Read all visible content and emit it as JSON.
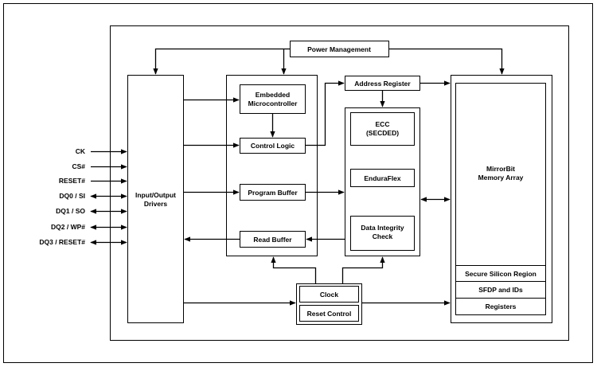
{
  "blocks": {
    "power_management": "Power Management",
    "io_drivers": [
      "Input/Output",
      "Drivers"
    ],
    "embedded_microcontroller": [
      "Embedded",
      "Microcontroller"
    ],
    "control_logic": "Control Logic",
    "program_buffer": "Program Buffer",
    "read_buffer": "Read Buffer",
    "address_register": "Address Register",
    "ecc": [
      "ECC",
      "(SECDED)"
    ],
    "enduraflex": "EnduraFlex",
    "data_integrity": [
      "Data Integrity",
      "Check"
    ],
    "memory_array": [
      "MirrorBit",
      "Memory Array"
    ],
    "secure_silicon": "Secure Silicon Region",
    "sfdp": "SFDP and IDs",
    "registers": "Registers",
    "clock": "Clock",
    "reset_control": "Reset Control"
  },
  "pins": [
    "CK",
    "CS#",
    "RESET#",
    "DQ0 / SI",
    "DQ1 / SO",
    "DQ2 / WP#",
    "DQ3 / RESET#"
  ]
}
